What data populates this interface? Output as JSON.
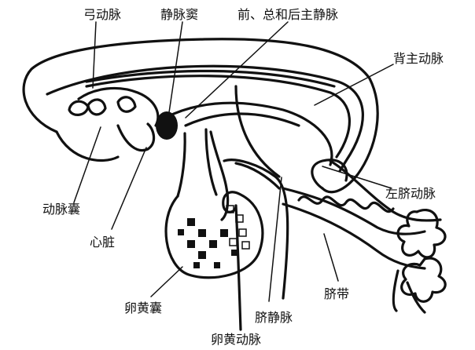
{
  "labels": {
    "aortic_arch": "弓动脉",
    "sinus_venosus": "静脉窦",
    "cardinal_veins": "前、总和后主静脉",
    "dorsal_aorta": "背主动脉",
    "left_umbilical_artery": "左脐动脉",
    "aortic_sac": "动脉囊",
    "heart": "心脏",
    "umbilical_cord": "脐带",
    "yolk_sac": "卵黄囊",
    "umbilical_vein": "脐静脉",
    "vitelline_artery": "卵黄动脉"
  },
  "colors": {
    "ink": "#111111",
    "fill": "#000000",
    "background": "#ffffff"
  }
}
